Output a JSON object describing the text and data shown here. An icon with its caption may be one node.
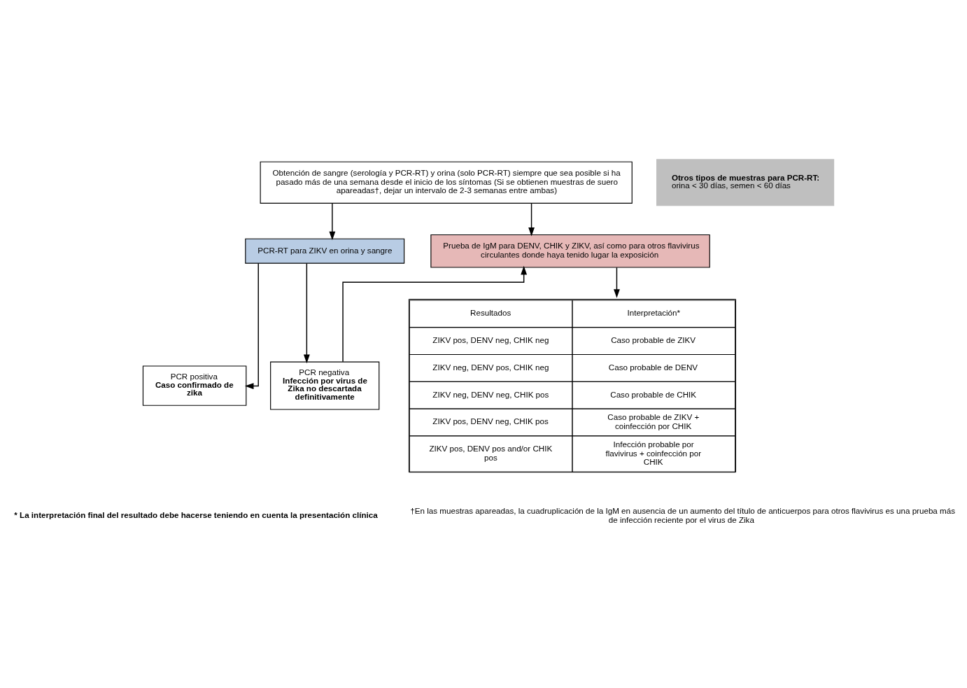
{
  "diagram": {
    "nodes": [
      {
        "text": [
          "Obtención de sangre (serología y PCR-RT) y orina (solo PCR-RT) siempre que sea posible si ha pasado más de una semana desde el inicio de los síntomas (Si se obtienen muestras de suero apareadas†, dejar un intervalo de 2-3 semanas entre ambas)"
        ]
      },
      {
        "text": [
          "PCR-RT para ZIKV en orina y sangre"
        ]
      },
      {
        "text": [
          "Prueba de IgM para DENV, CHIK y ZIKV, así como para otros flavivirus circulantes donde haya tenido lugar la exposición"
        ]
      },
      {
        "text": [
          "PCR positiva",
          "Caso confirmado de zika"
        ]
      },
      {
        "text": [
          "PCR negativa",
          "Infección por virus de Zika no descartada definitivamente"
        ]
      },
      {
        "text": [
          "Resultados",
          "Interpretación*",
          "ZIKV pos, DENV neg, CHIK neg",
          "Caso probable de ZIKV",
          "ZIKV neg, DENV pos, CHIK neg",
          "Caso probable de DENV",
          "ZIKV neg, DENV neg, CHIK pos",
          "Caso probable de CHIK",
          "ZIKV pos, DENV neg, CHIK pos",
          "Caso probable de ZIKV + coinfección por CHIK",
          "ZIKV pos, DENV pos and/or CHIK pos",
          "Infección probable por flavivirus + coinfección por CHIK"
        ]
      },
      {
        "text": [
          "Otros tipos de muestras para PCR-RT:",
          "orina < 30 días, semen < 60 días"
        ]
      }
    ],
    "edges": [
      {
        "from": 0,
        "to": 1,
        "arrow": "to"
      },
      {
        "from": 0,
        "to": 2,
        "arrow": "to"
      },
      {
        "from": 1,
        "to": 3,
        "arrow": "to"
      },
      {
        "from": 1,
        "to": 4,
        "arrow": "to"
      },
      {
        "from": 4,
        "to": 2,
        "arrow": "to"
      },
      {
        "from": 2,
        "to": 5,
        "arrow": "to"
      }
    ],
    "labels": [
      "* La interpretación final del resultado debe hacerse teniendo en cuenta la presentación clínica",
      "†En las muestras apareadas, la cuadruplicación de la IgM en ausencia de un aumento del título de anticuerpos para otros flavivirus es una prueba más de infección reciente por el virus de Zika"
    ]
  }
}
